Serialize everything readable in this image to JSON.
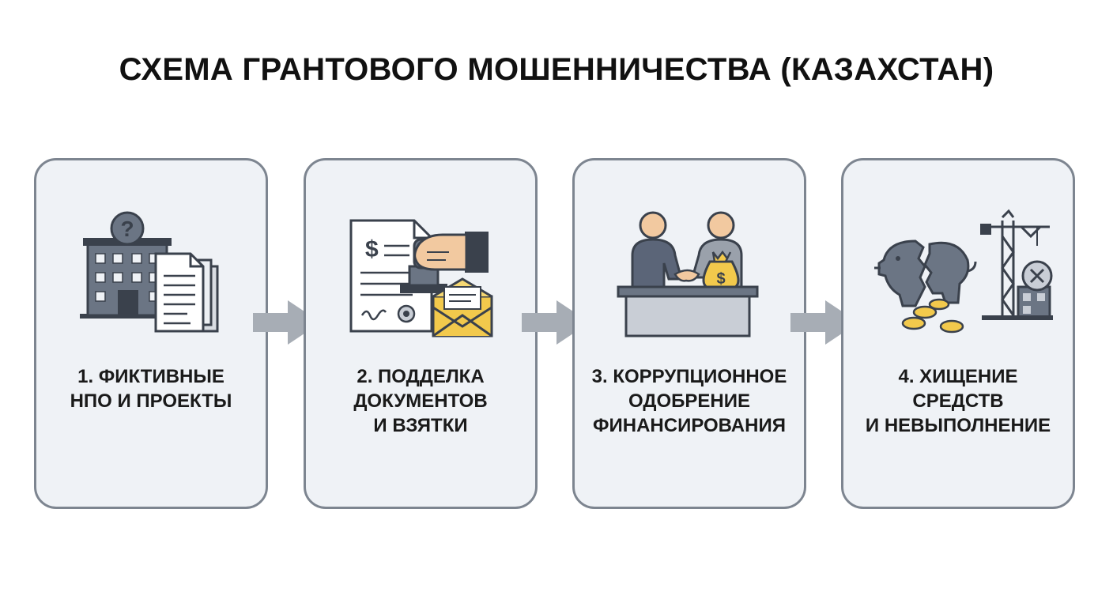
{
  "title": "СХЕМА ГРАНТОВОГО МОШЕННИЧЕСТВА (КАЗАХСТАН)",
  "colors": {
    "card_fill": "#eff2f6",
    "card_border": "#7d8590",
    "icon_slate": "#6b7584",
    "icon_dark": "#3a414c",
    "accent_gold": "#f2c94c",
    "arrow": "#a7adb5"
  },
  "steps": [
    {
      "icon": "fake-ngo-building-icon",
      "lines": [
        "1. ФИКТИВНЫЕ",
        "НПО И ПРОЕКТЫ"
      ]
    },
    {
      "icon": "forged-documents-bribe-icon",
      "lines": [
        "2. ПОДДЕЛКА",
        "ДОКУМЕНТОВ",
        "И ВЗЯТКИ"
      ]
    },
    {
      "icon": "corrupt-handshake-icon",
      "lines": [
        "3. КОРРУПЦИОННОЕ",
        "ОДОБРЕНИЕ",
        "ФИНАНСИРОВАНИЯ"
      ]
    },
    {
      "icon": "embezzlement-icon",
      "lines": [
        "4. ХИЩЕНИЕ",
        "СРЕДСТВ",
        "И НЕВЫПОЛНЕНИЕ"
      ]
    }
  ]
}
